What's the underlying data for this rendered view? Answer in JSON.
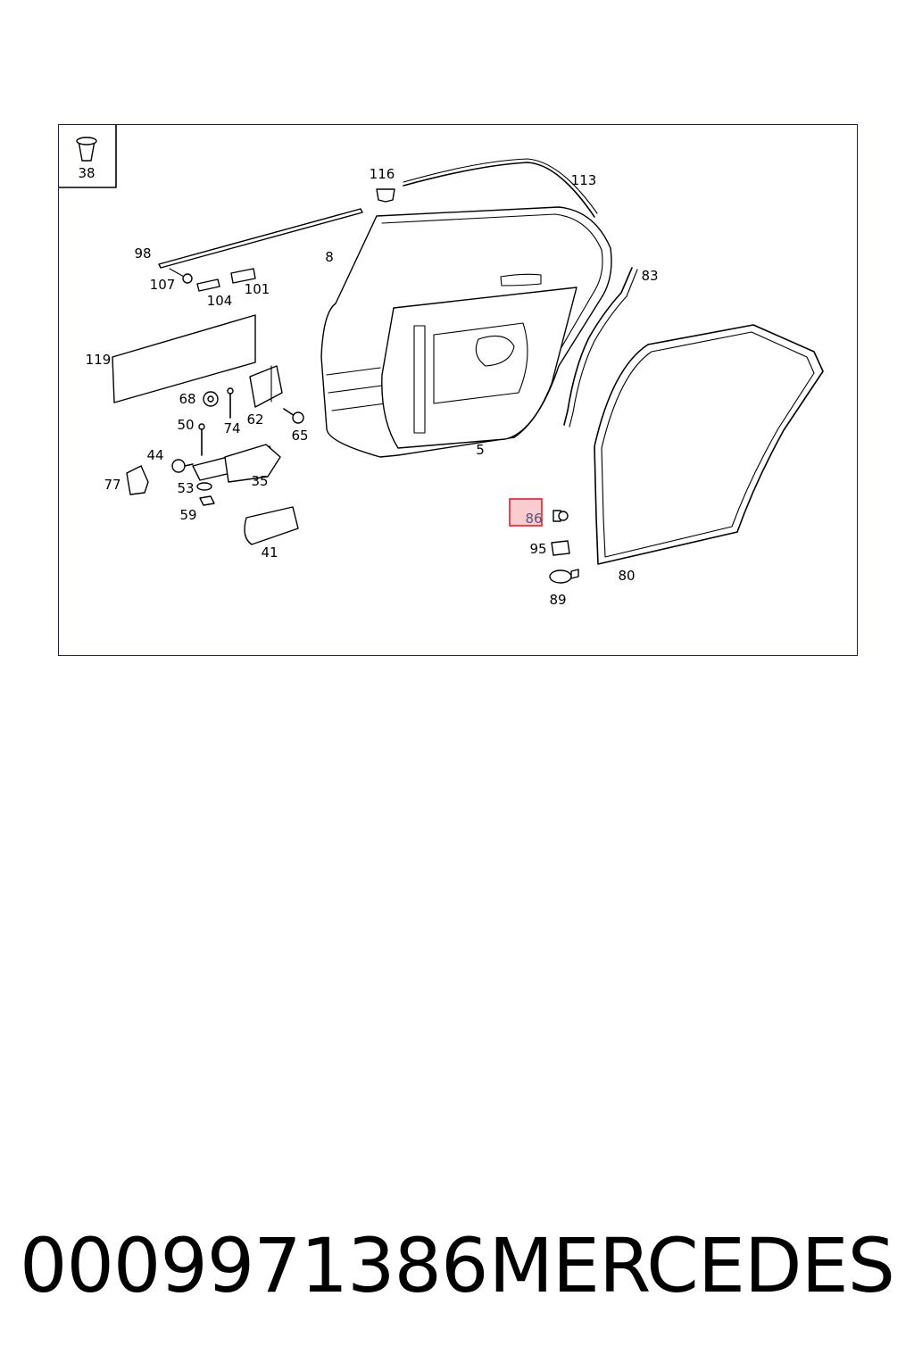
{
  "inset": {
    "label": "38"
  },
  "callouts": {
    "c116": "116",
    "c113": "113",
    "c98": "98",
    "c8": "8",
    "c83": "83",
    "c107": "107",
    "c104": "104",
    "c101": "101",
    "c119": "119",
    "c68": "68",
    "c62": "62",
    "c74": "74",
    "c50": "50",
    "c65": "65",
    "c5": "5",
    "c44": "44",
    "c35": "35",
    "c77": "77",
    "c53": "53",
    "c59": "59",
    "c86": "86",
    "c41": "41",
    "c95": "95",
    "c80": "80",
    "c89": "89"
  },
  "highlight": {
    "part": "86",
    "stroke": "#e0202a",
    "fill": "#f7b8bb"
  },
  "footer": {
    "part_number": "0009971386",
    "brand": "MERCEDES"
  }
}
